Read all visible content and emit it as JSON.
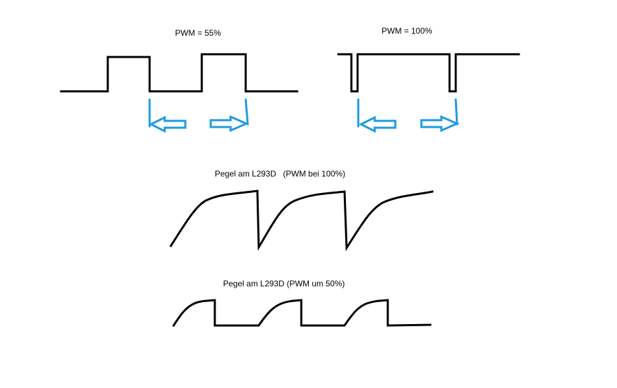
{
  "labels": {
    "pwm55": "PWM = 55%",
    "pwm100": "PWM = 100%",
    "pegel100": "Pegel am L293D   (PWM bei 100%)",
    "pegel50": "Pegel am L293D (PWM um 50%)"
  },
  "colors": {
    "line": "#000000",
    "accent": "#1e9be0",
    "background": "#ffffff"
  },
  "icons": {
    "left_arrow": "left-arrow-icon",
    "right_arrow": "right-arrow-icon"
  }
}
